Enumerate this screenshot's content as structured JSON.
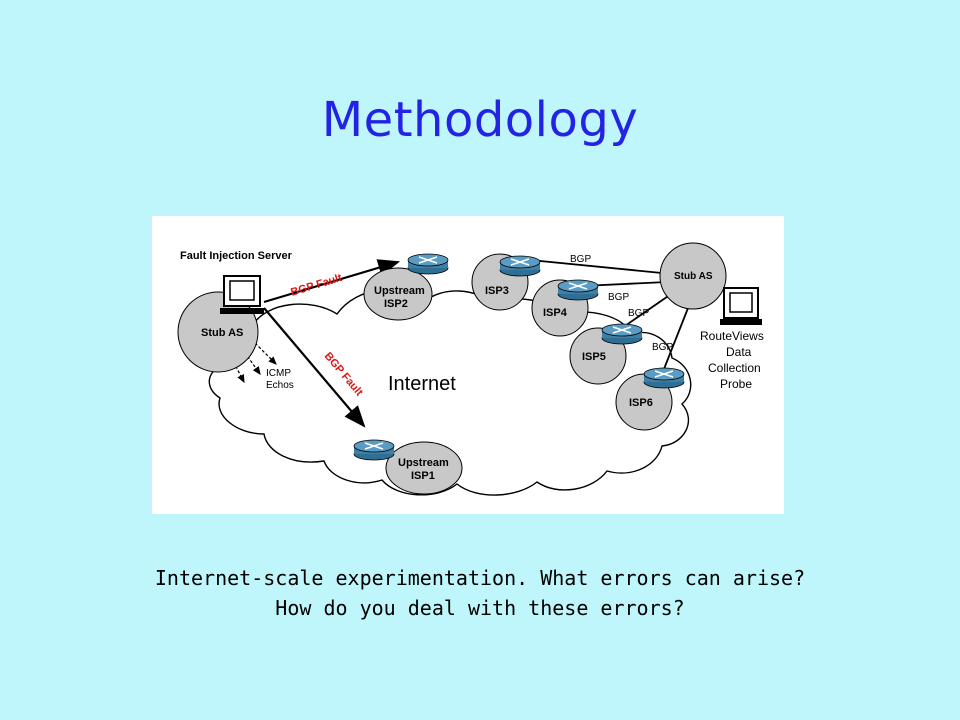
{
  "slide": {
    "title": "Methodology",
    "caption_line1": "Internet-scale experimentation. What errors can arise?",
    "caption_line2": "How do you deal with these errors?"
  },
  "diagram": {
    "fault_server_label": "Fault Injection Server",
    "stub_as_left": "Stub AS",
    "stub_as_right": "Stub AS",
    "icmp_label_1": "ICMP",
    "icmp_label_2": "Echos",
    "internet_label": "Internet",
    "bgp_fault_1": "BGP Fault",
    "bgp_fault_2": "BGP Fault",
    "upstream_isp2_line1": "Upstream",
    "upstream_isp2_line2": "ISP2",
    "upstream_isp1_line1": "Upstream",
    "upstream_isp1_line2": "ISP1",
    "isp3": "ISP3",
    "isp4": "ISP4",
    "isp5": "ISP5",
    "isp6": "ISP6",
    "bgp_1": "BGP",
    "bgp_2": "BGP",
    "bgp_3": "BGP",
    "bgp_4": "BGP",
    "probe_line1": "RouteViews",
    "probe_line2": "Data",
    "probe_line3": "Collection",
    "probe_line4": "Probe",
    "colors": {
      "node_fill": "#c8c8c8",
      "router_fill": "#3f7fa6",
      "fault_text": "#e01515"
    }
  }
}
